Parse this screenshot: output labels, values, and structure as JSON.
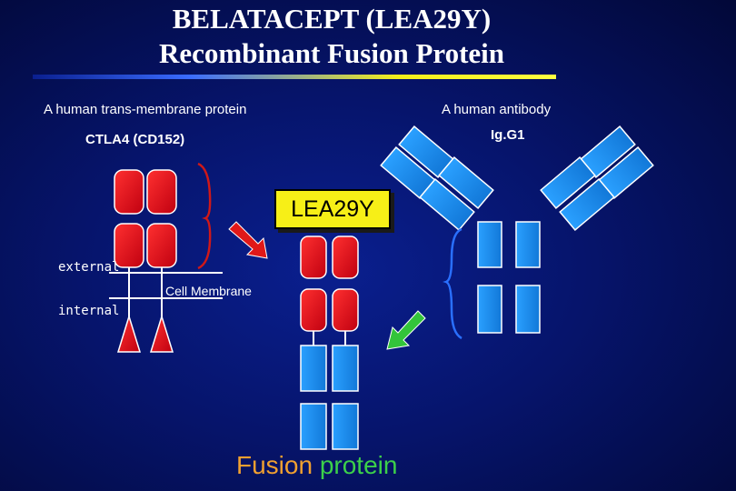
{
  "title": {
    "line1": "BELATACEPT (LEA29Y)",
    "line2": "Recombinant Fusion Protein"
  },
  "labels": {
    "left_heading": "A human trans-membrane protein",
    "right_heading": "A human antibody",
    "ctla4": "CTLA4 (CD152)",
    "igg1": "Ig.G1",
    "lea_box": "LEA29Y",
    "external": "external",
    "internal": "internal",
    "cell_membrane": "Cell Membrane",
    "fusion_word1": "Fusion",
    "fusion_word2": "protein"
  },
  "colors": {
    "ctla4_domain": "#e0141e",
    "ig_domain": "#1a8fe8",
    "lea_box": "#f7ef17",
    "red_arrow": "#e01818",
    "green_arrow": "#33c43a",
    "bracket_red": "#d01818",
    "bracket_blue": "#2a70ff",
    "fusion_word1": "#f0a030",
    "fusion_word2": "#3cd04a"
  },
  "icons": [
    "red-arrow-icon",
    "green-arrow-icon"
  ]
}
